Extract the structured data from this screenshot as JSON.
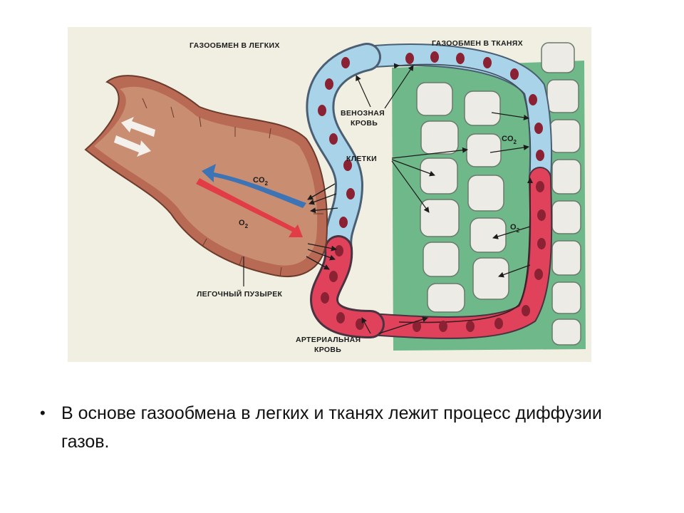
{
  "figure": {
    "labels": {
      "lung_exchange": "ГАЗООБМЕН В ЛЕГКИХ",
      "tissue_exchange": "ГАЗООБМЕН В ТКАНЯХ",
      "venous_line1": "ВЕНОЗНАЯ",
      "venous_line2": "КРОВЬ",
      "cells": "КЛЕТКИ",
      "alveolus": "ЛЕГОЧНЫЙ ПУЗЫРЕК",
      "arterial_line1": "АРТЕРИАЛЬНАЯ",
      "arterial_line2": "КРОВЬ"
    },
    "gases": {
      "co2_main": "CO",
      "co2_sub": "2",
      "o2_main": "O",
      "o2_sub": "2"
    },
    "colors": {
      "background_wash": "#f1efe2",
      "tissue_green": "#6fb889",
      "venous_blue": "#a9d3e8",
      "arterial_red": "#e0415b",
      "alveolus_fill": "#c98d72",
      "alveolus_wall": "#b86a55",
      "red_cell": "#8a2233",
      "tissue_cell": "#ecebe6",
      "arrow_blue": "#3d74b5",
      "arrow_red": "#e23c46"
    }
  },
  "caption": {
    "bullet": "•",
    "text": "В основе газообмена в легких и тканях лежит процесс диффузии газов."
  }
}
